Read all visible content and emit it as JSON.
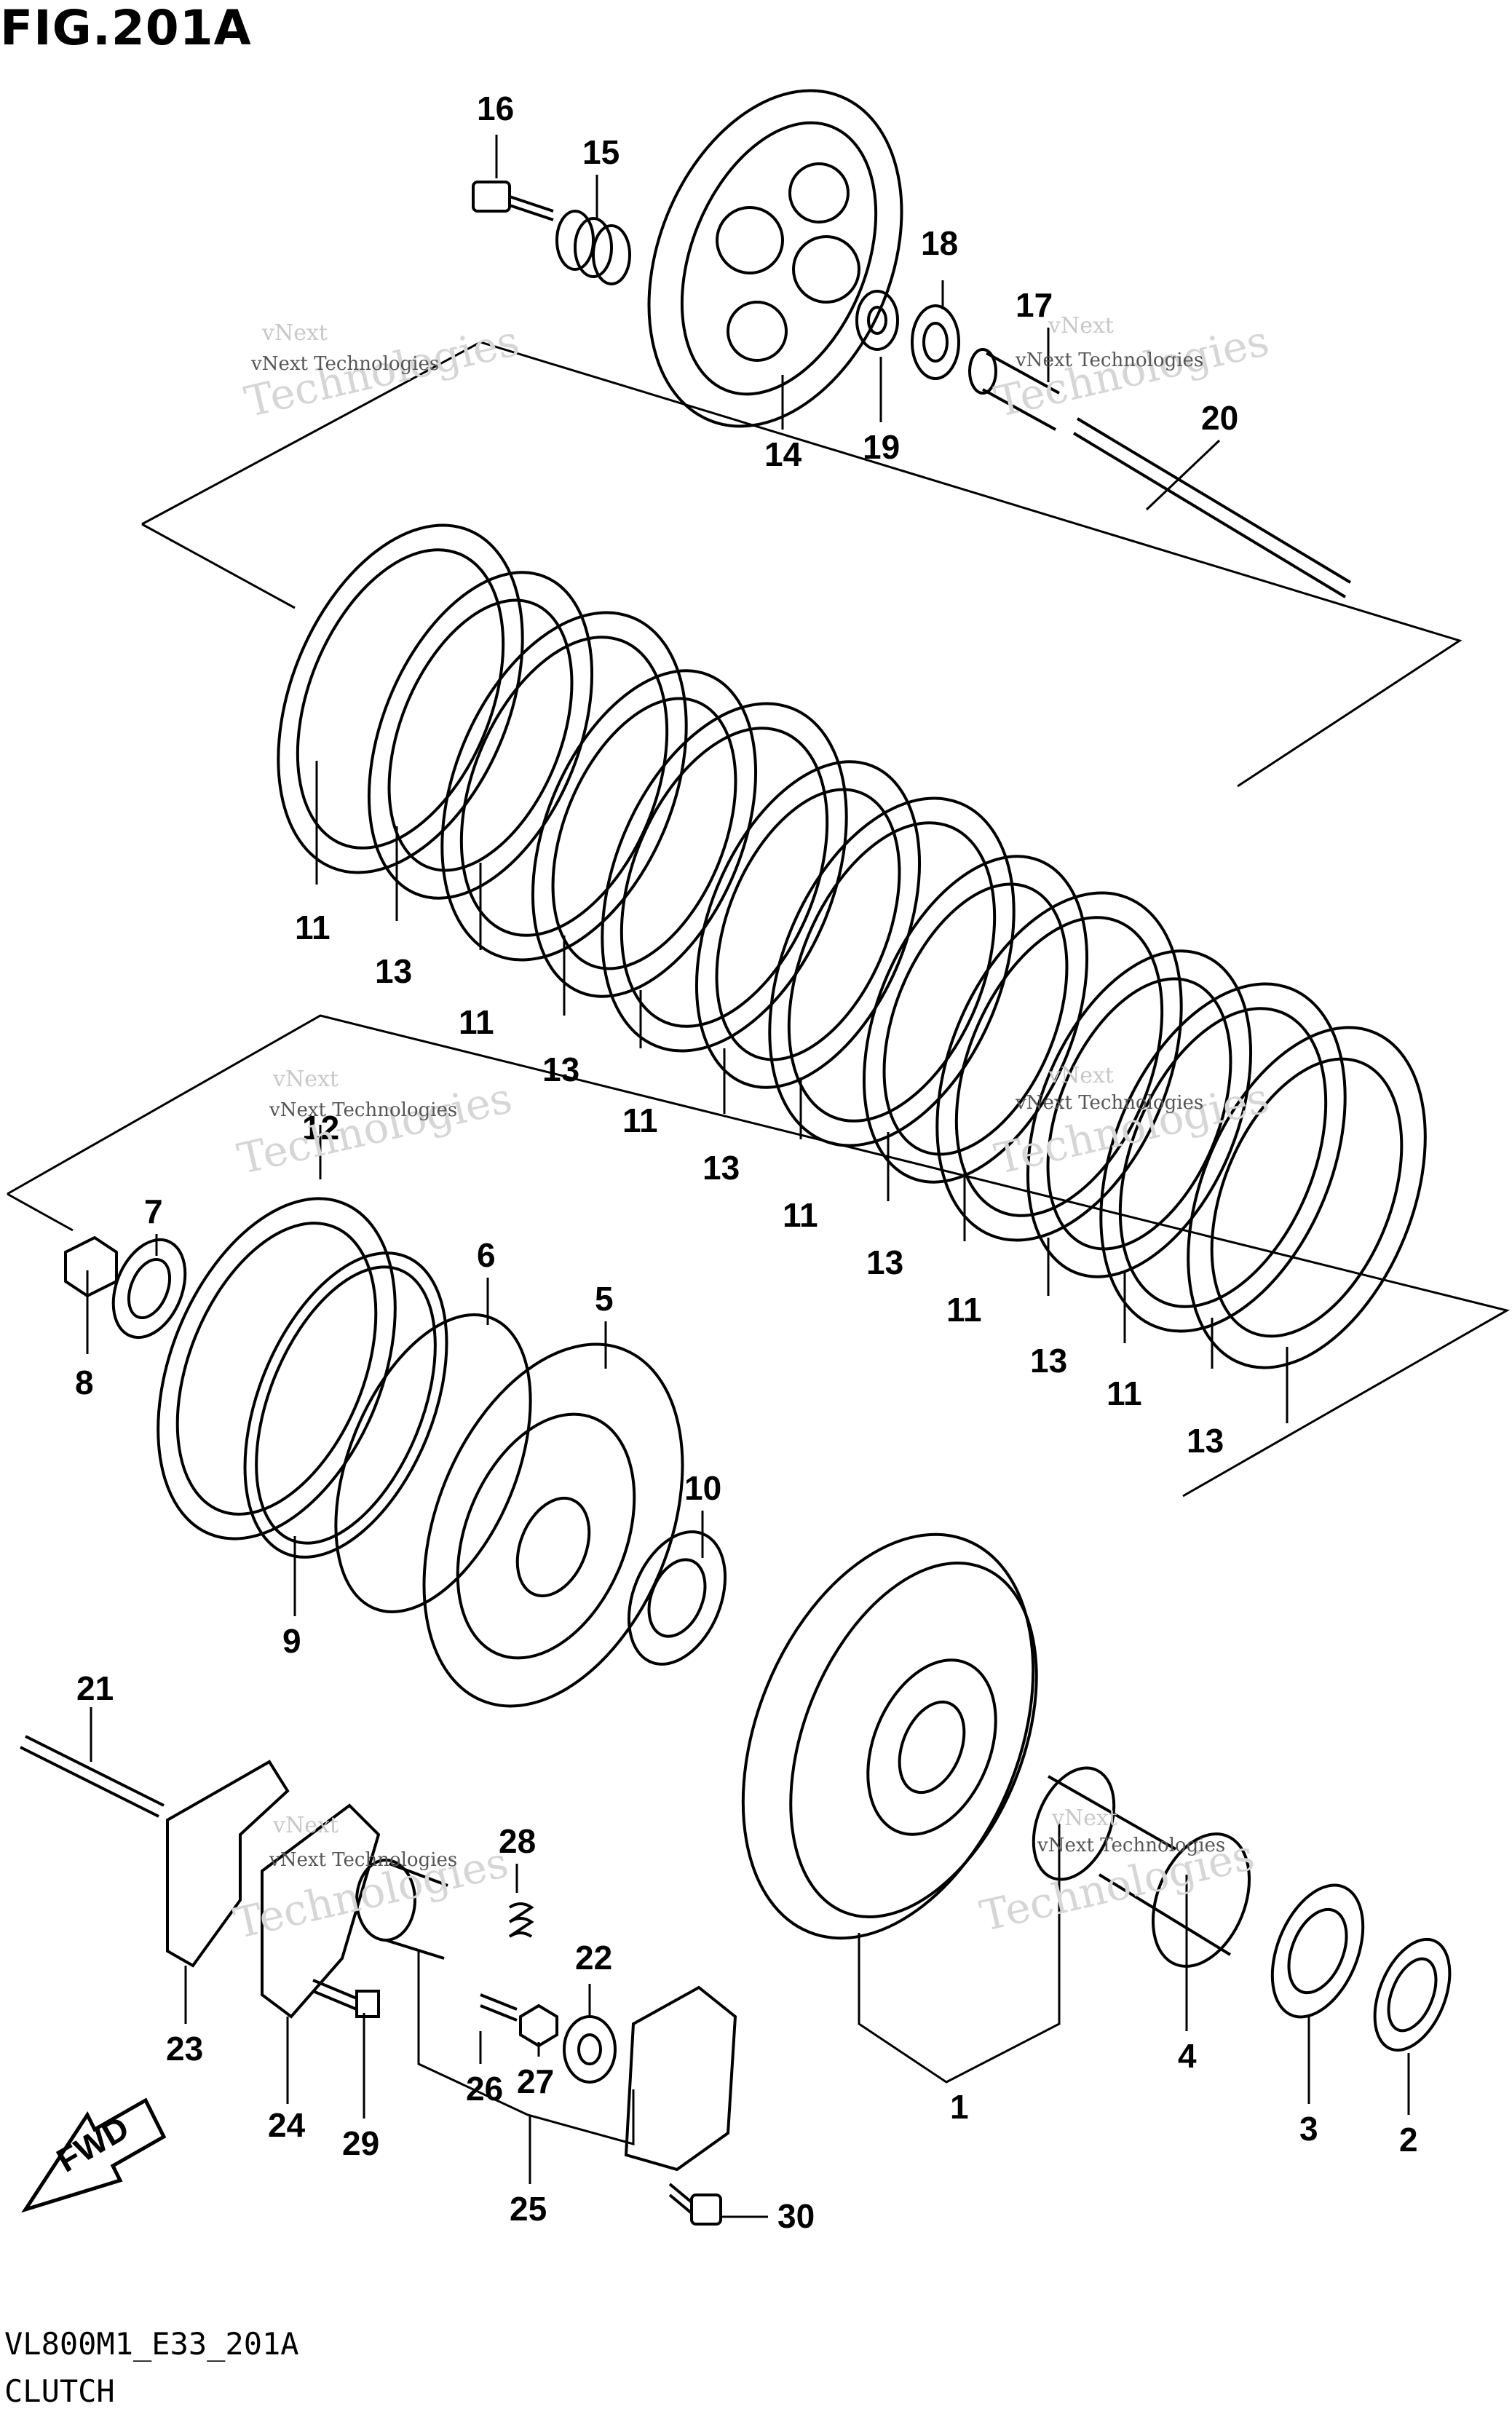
{
  "figure": {
    "title": "FIG.201A",
    "code": "VL800M1_E33_201A",
    "name": "CLUTCH"
  },
  "watermark": {
    "line1": "vNext",
    "line2": "vNext Technologies",
    "line3": "Technologies"
  },
  "fwd": "FWD",
  "labels": {
    "l1": "1",
    "l2": "2",
    "l3": "3",
    "l4": "4",
    "l5": "5",
    "l6": "6",
    "l7": "7",
    "l8": "8",
    "l9": "9",
    "l10": "10",
    "l12": "12",
    "l14": "14",
    "l15": "15",
    "l16": "16",
    "l17": "17",
    "l18": "18",
    "l19": "19",
    "l20": "20",
    "l21": "21",
    "l22": "22",
    "l23": "23",
    "l24": "24",
    "l25": "25",
    "l26": "26",
    "l27": "27",
    "l28": "28",
    "l29": "29",
    "l30": "30",
    "l11": "11",
    "l13": "13"
  },
  "colors": {
    "line": "#000000",
    "background": "#ffffff",
    "watermark": "#c8c8c8"
  }
}
